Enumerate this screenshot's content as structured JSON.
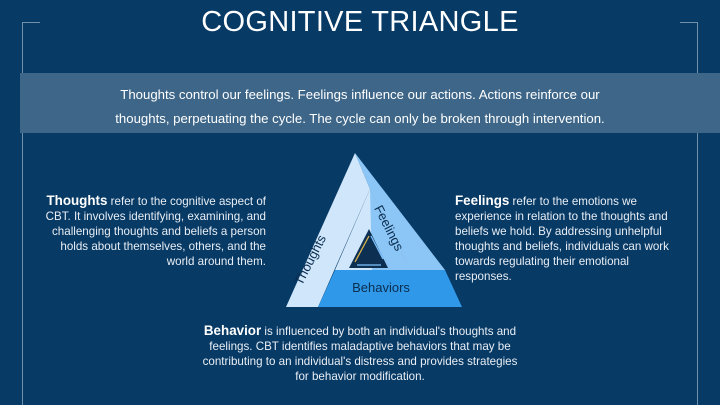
{
  "title": "COGNITIVE TRIANGLE",
  "intro": {
    "line1": "Thoughts control our feelings. Feelings influence our actions. Actions reinforce our",
    "line2": "thoughts, perpetuating the cycle. The cycle can only be broken through intervention."
  },
  "triangle": {
    "left_label": "Thoughts",
    "right_label": "Feelings",
    "bottom_label": "Behaviors"
  },
  "thoughts": {
    "term": "Thoughts",
    "text": " refer to the cognitive aspect of CBT. It involves identifying, examining, and challenging thoughts and beliefs a person holds about themselves, others, and the world around them."
  },
  "feelings": {
    "term": "Feelings",
    "text": " refer to the emotions we experience in relation to the thoughts and beliefs we hold. By addressing unhelpful thoughts and beliefs, individuals can work towards regulating their emotional responses."
  },
  "behavior": {
    "term": "Behavior",
    "text": " is influenced by both an individual's thoughts and feelings. CBT identifies maladaptive behaviors that may be contributing to an individual's distress and provides strategies for behavior modification."
  },
  "colors": {
    "background": "#083a66",
    "band": "#3d6688",
    "triangle_left": "#cfe6fb",
    "triangle_right": "#8cc6f6",
    "triangle_bottom": "#2f98e8",
    "inner_triangle": "#0c2f52"
  }
}
